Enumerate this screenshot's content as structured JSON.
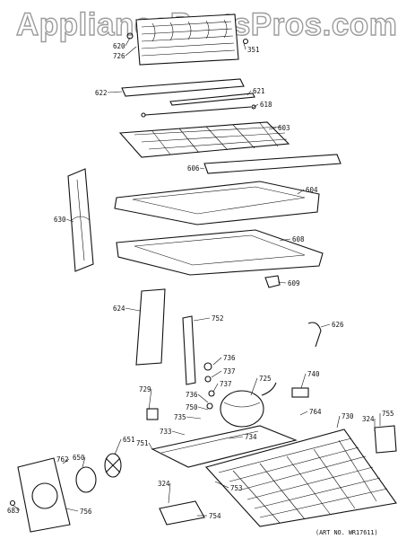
{
  "watermark": "AppliancePartsPros.com",
  "art_number": "(ART NO. WR17611)",
  "part_labels": [
    "620",
    "726",
    "351",
    "622",
    "621",
    "618",
    "603",
    "606",
    "604",
    "630",
    "608",
    "609",
    "624",
    "752",
    "626",
    "736",
    "737",
    "725",
    "737",
    "740",
    "729",
    "736",
    "750",
    "735",
    "764",
    "730",
    "324",
    "755",
    "733",
    "734",
    "651",
    "762",
    "650",
    "751",
    "683",
    "756",
    "324",
    "753",
    "754"
  ]
}
